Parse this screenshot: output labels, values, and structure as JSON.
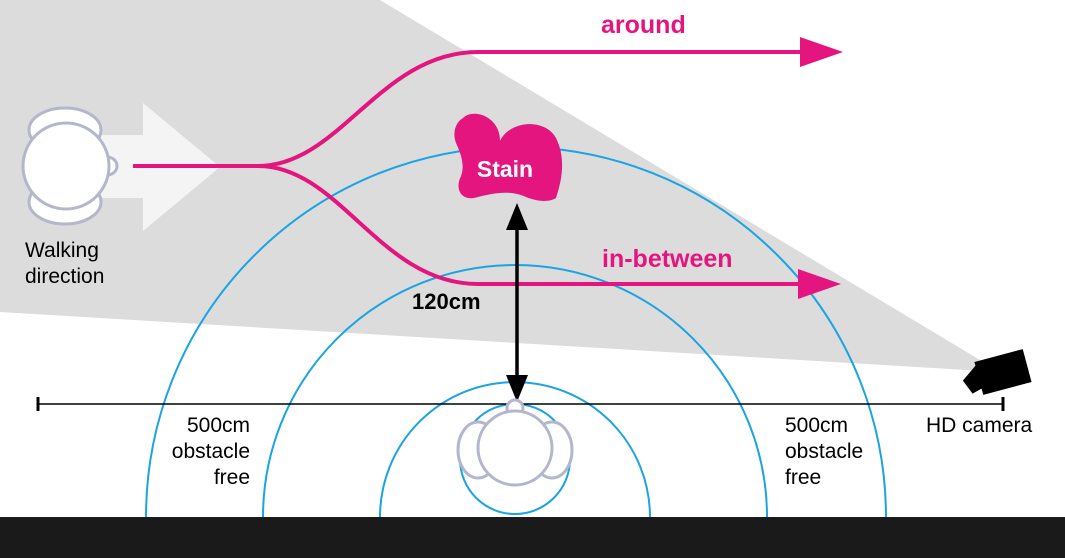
{
  "labels": {
    "around": "around",
    "in_between": "in-between",
    "stain": "Stain",
    "distance": "120cm",
    "walking_line1": "Walking",
    "walking_line2": "direction",
    "left_line1": "500cm",
    "left_line2": "obstacle",
    "left_line3": "free",
    "right_line1": "500cm",
    "right_line2": "obstacle",
    "right_line3": "free",
    "camera": "HD camera"
  },
  "icons": {
    "walker": "person-top-view-icon",
    "stander": "person-top-view-icon",
    "camera": "video-camera-icon",
    "stain": "stain-blob-icon"
  },
  "colors": {
    "path": "#e4157e",
    "ring": "#1ba3e4",
    "cone": "#dcdcdc",
    "person_outline": "#b4b6cc",
    "floor": "#1a1a1a",
    "arrow": "#000000"
  }
}
